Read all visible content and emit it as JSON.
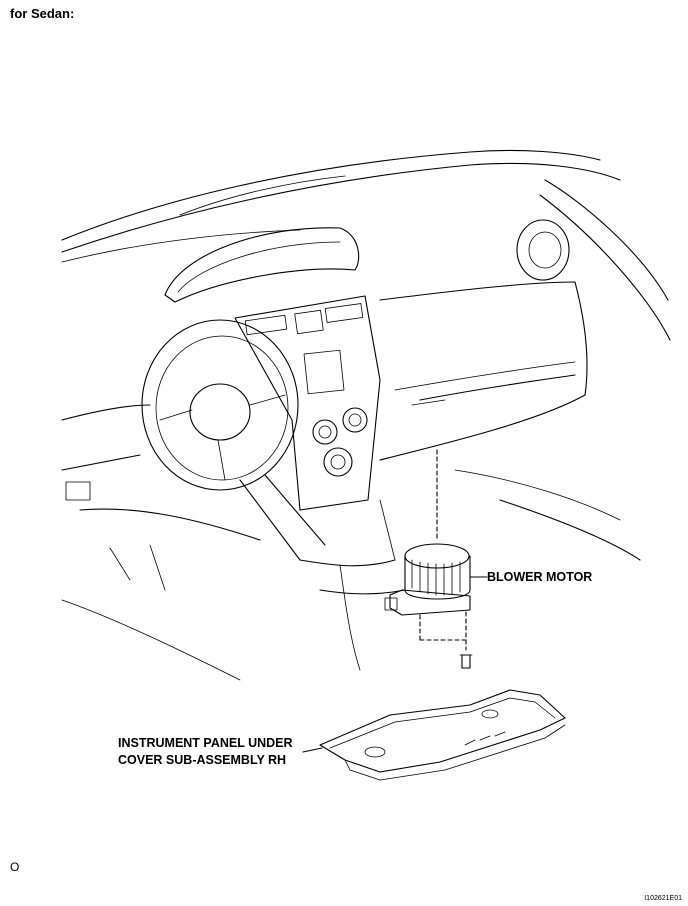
{
  "heading": "for Sedan:",
  "callouts": {
    "blower_motor": "BLOWER MOTOR",
    "panel_cover_line1": "INSTRUMENT PANEL UNDER",
    "panel_cover_line2": "COVER SUB-ASSEMBLY RH"
  },
  "page_marker": "O",
  "figure_id": "I102621E01"
}
